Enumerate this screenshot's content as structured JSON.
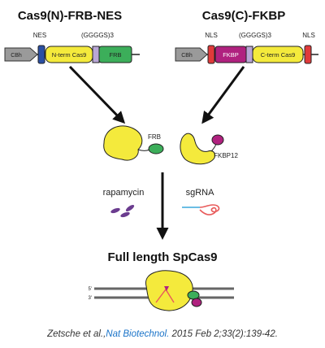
{
  "left_construct": {
    "title": "Cas9(N)-FRB-NES",
    "labels": {
      "nes": "NES",
      "linker": "(GGGGS)3"
    },
    "segments": {
      "promoter": "CBh",
      "domain": "N-term Cas9",
      "tag": "FRB"
    }
  },
  "right_construct": {
    "title": "Cas9(C)-FKBP",
    "labels": {
      "nls_left": "NLS",
      "linker": "(GGGGS)3",
      "nls_right": "NLS"
    },
    "segments": {
      "promoter": "CBh",
      "tag": "FKBP",
      "domain": "C-term Cas9"
    }
  },
  "middle": {
    "frb_label": "FRB",
    "fkbp_label": "FKBP12",
    "rapamycin_label": "rapamycin",
    "sgrna_label": "sgRNA"
  },
  "result": {
    "title": "Full length SpCas9",
    "dna_5_label": "5'",
    "dna_3_label": "3'"
  },
  "caption": {
    "authors": "Zetsche et al.,",
    "journal": "Nat Biotechnol.",
    "citation": " 2015 Feb 2;33(2):139-42."
  },
  "colors": {
    "cas9_yellow": "#f4ea3c",
    "frb_green": "#3cae5a",
    "fkbp_magenta": "#b0217f",
    "nes_blue": "#2a4fa3",
    "nls_red": "#e03a3a",
    "linker_lavender": "#b9a6d6",
    "rapamycin_purple": "#6b3c8f",
    "sgrna_cyan": "#3aa8dc",
    "sgrna_red": "#e85a5a",
    "promoter_gray": "#9a9a9a"
  }
}
